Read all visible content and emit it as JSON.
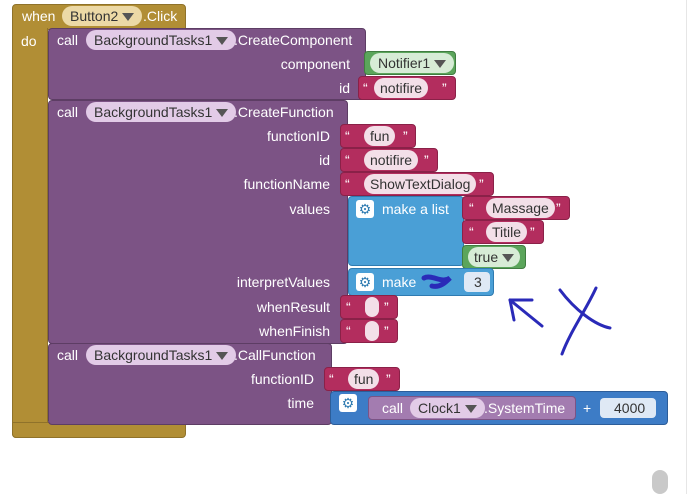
{
  "event": {
    "when": "when",
    "component": "Button2",
    "event": ".Click",
    "do": "do"
  },
  "create_component": {
    "call": "call",
    "component": "BackgroundTasks1",
    "method": ".CreateComponent",
    "arg_component_label": "component",
    "arg_component_value": "Notifier1",
    "arg_id_label": "id",
    "arg_id_value": "notifire"
  },
  "create_function": {
    "call": "call",
    "component": "BackgroundTasks1",
    "method": ".CreateFunction",
    "functionID_label": "functionID",
    "functionID_value": "fun",
    "id_label": "id",
    "id_value": "notifire",
    "functionName_label": "functionName",
    "functionName_value": "ShowTextDialog",
    "values_label": "values",
    "make_list": "make a list",
    "list_items": [
      "Massage",
      "Titile"
    ],
    "list_bool": "true",
    "interpretValues_label": "interpretValues",
    "make_partial": "make",
    "interpret_number": "3",
    "whenResult_label": "whenResult",
    "whenFinish_label": "whenFinish"
  },
  "call_function": {
    "call": "call",
    "component": "BackgroundTasks1",
    "method": ".CallFunction",
    "functionID_label": "functionID",
    "functionID_value": "fun",
    "time_label": "time",
    "clock_call": "call",
    "clock_component": "Clock1",
    "clock_method": ".SystemTime",
    "plus": "+",
    "add_value": "4000"
  },
  "quote_open": "“",
  "quote_close": "”",
  "colors": {
    "event": "#b18e35",
    "procedure": "#7c5385",
    "text": "#b32d5e",
    "component": "#5ba55b",
    "list": "#4a9fd6",
    "math": "#3d7cc6",
    "ink": "#2a2ab8"
  }
}
